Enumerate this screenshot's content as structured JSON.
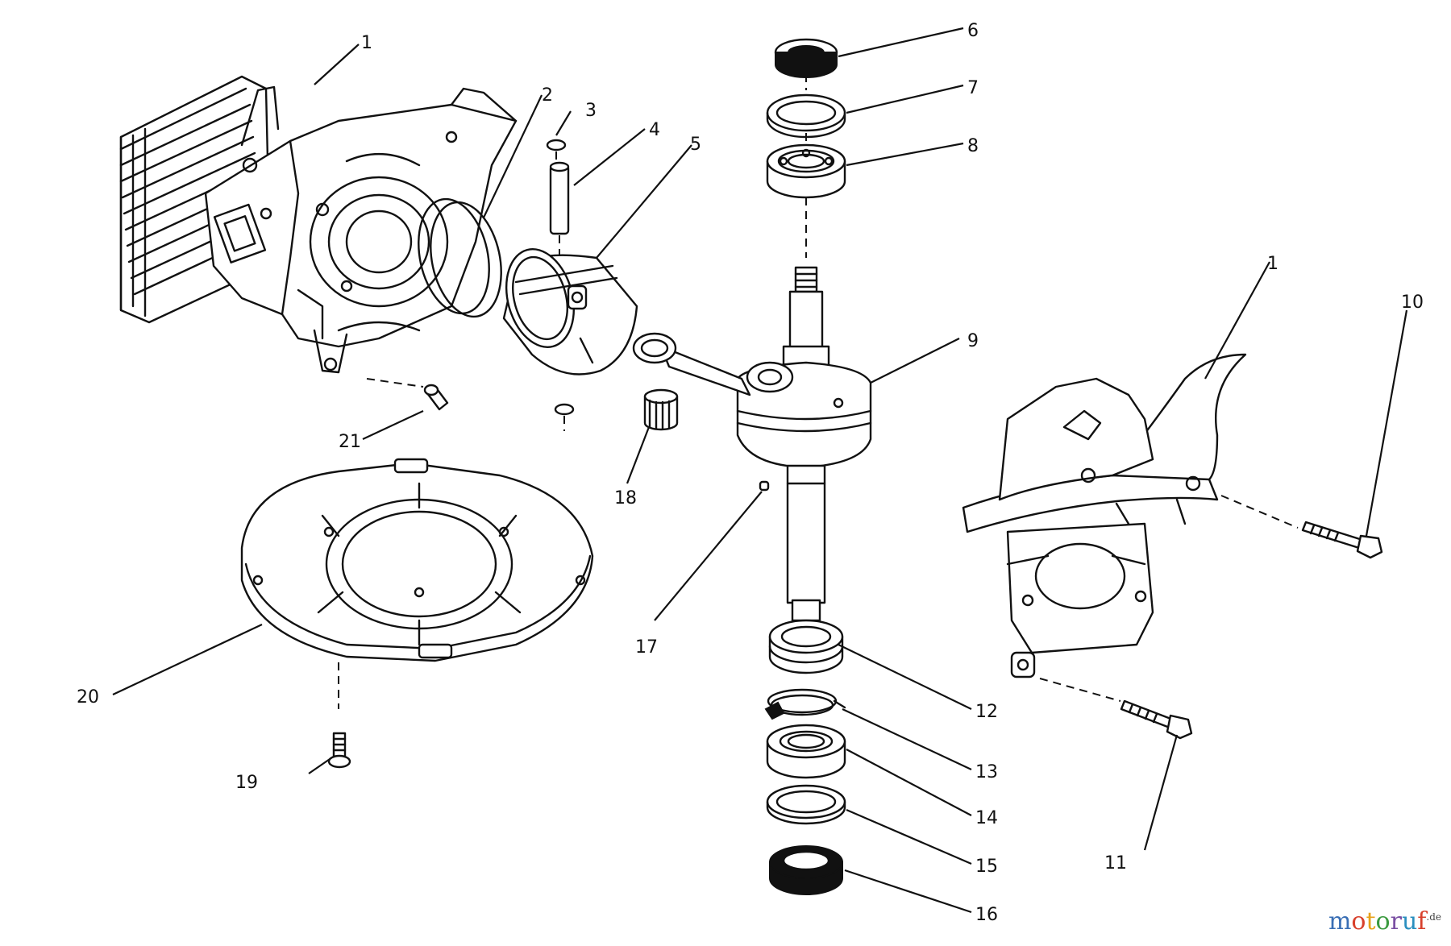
{
  "callouts": {
    "c1a": "1",
    "c1b": "1",
    "c2": "2",
    "c3": "3",
    "c4": "4",
    "c5": "5",
    "c6": "6",
    "c7": "7",
    "c8": "8",
    "c9": "9",
    "c10": "10",
    "c11": "11",
    "c12": "12",
    "c13": "13",
    "c14": "14",
    "c15": "15",
    "c16": "16",
    "c17": "17",
    "c18": "18",
    "c19": "19",
    "c20": "20",
    "c21": "21"
  },
  "watermark": {
    "letters": [
      "m",
      "o",
      "t",
      "o",
      "r",
      "u",
      "f"
    ],
    "colors": [
      "#3a6fb5",
      "#d8402c",
      "#e8a21a",
      "#3b9a3f",
      "#7a4fa3",
      "#2a8fbf",
      "#d8402c"
    ],
    "tld": ".de"
  }
}
